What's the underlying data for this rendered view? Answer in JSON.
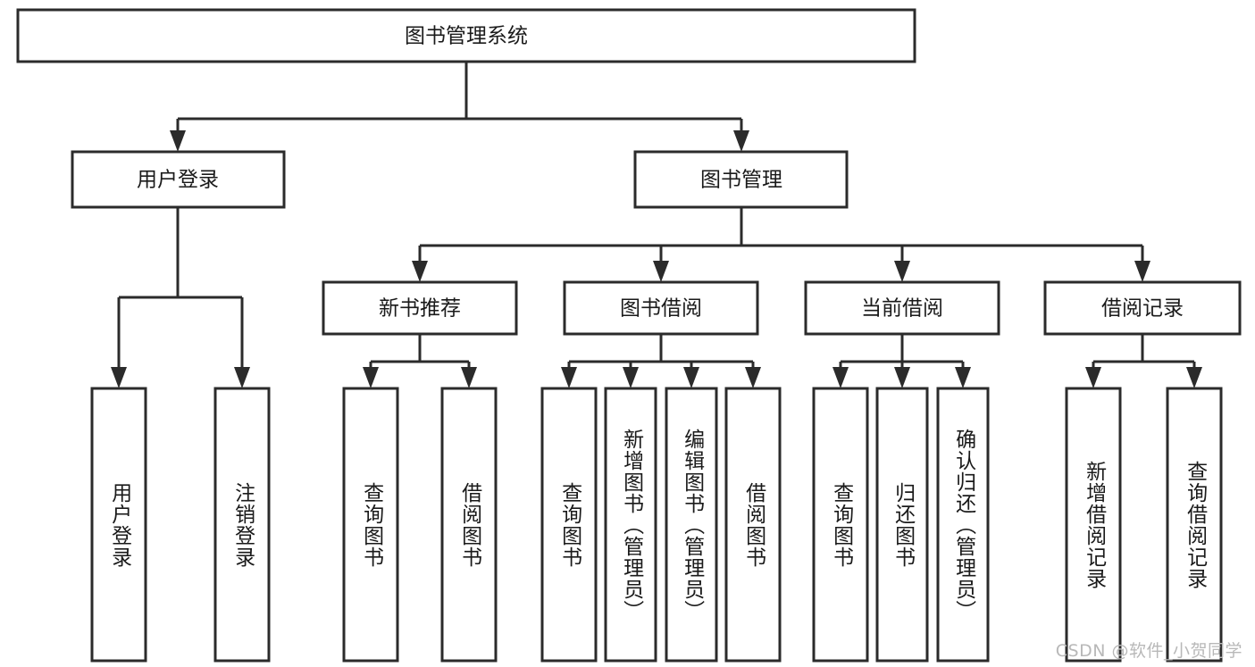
{
  "diagram": {
    "type": "tree",
    "title": "图书管理系统",
    "watermark": "CSDN @软件_小贺同学",
    "colors": {
      "stroke": "#2b2b2b",
      "fill": "#ffffff",
      "text": "#1a1a1a",
      "watermark": "#b8b8b8"
    },
    "root": {
      "label": "图书管理系统"
    },
    "level2": [
      {
        "label": "用户登录"
      },
      {
        "label": "图书管理"
      }
    ],
    "level3": [
      {
        "label": "新书推荐"
      },
      {
        "label": "图书借阅"
      },
      {
        "label": "当前借阅"
      },
      {
        "label": "借阅记录"
      }
    ],
    "leaves": [
      {
        "label": "用户登录",
        "parent": "用户登录"
      },
      {
        "label": "注销登录",
        "parent": "用户登录"
      },
      {
        "label": "查询图书",
        "parent": "新书推荐"
      },
      {
        "label": "借阅图书",
        "parent": "新书推荐"
      },
      {
        "label": "查询图书",
        "parent": "图书借阅"
      },
      {
        "label": "新增图书（管理员）",
        "parent": "图书借阅"
      },
      {
        "label": "编辑图书（管理员）",
        "parent": "图书借阅"
      },
      {
        "label": "借阅图书",
        "parent": "图书借阅"
      },
      {
        "label": "查询图书",
        "parent": "当前借阅"
      },
      {
        "label": "归还图书",
        "parent": "当前借阅"
      },
      {
        "label": "确认归还（管理员）",
        "parent": "当前借阅"
      },
      {
        "label": "新增借阅记录",
        "parent": "借阅记录"
      },
      {
        "label": "查询借阅记录",
        "parent": "借阅记录"
      }
    ]
  }
}
